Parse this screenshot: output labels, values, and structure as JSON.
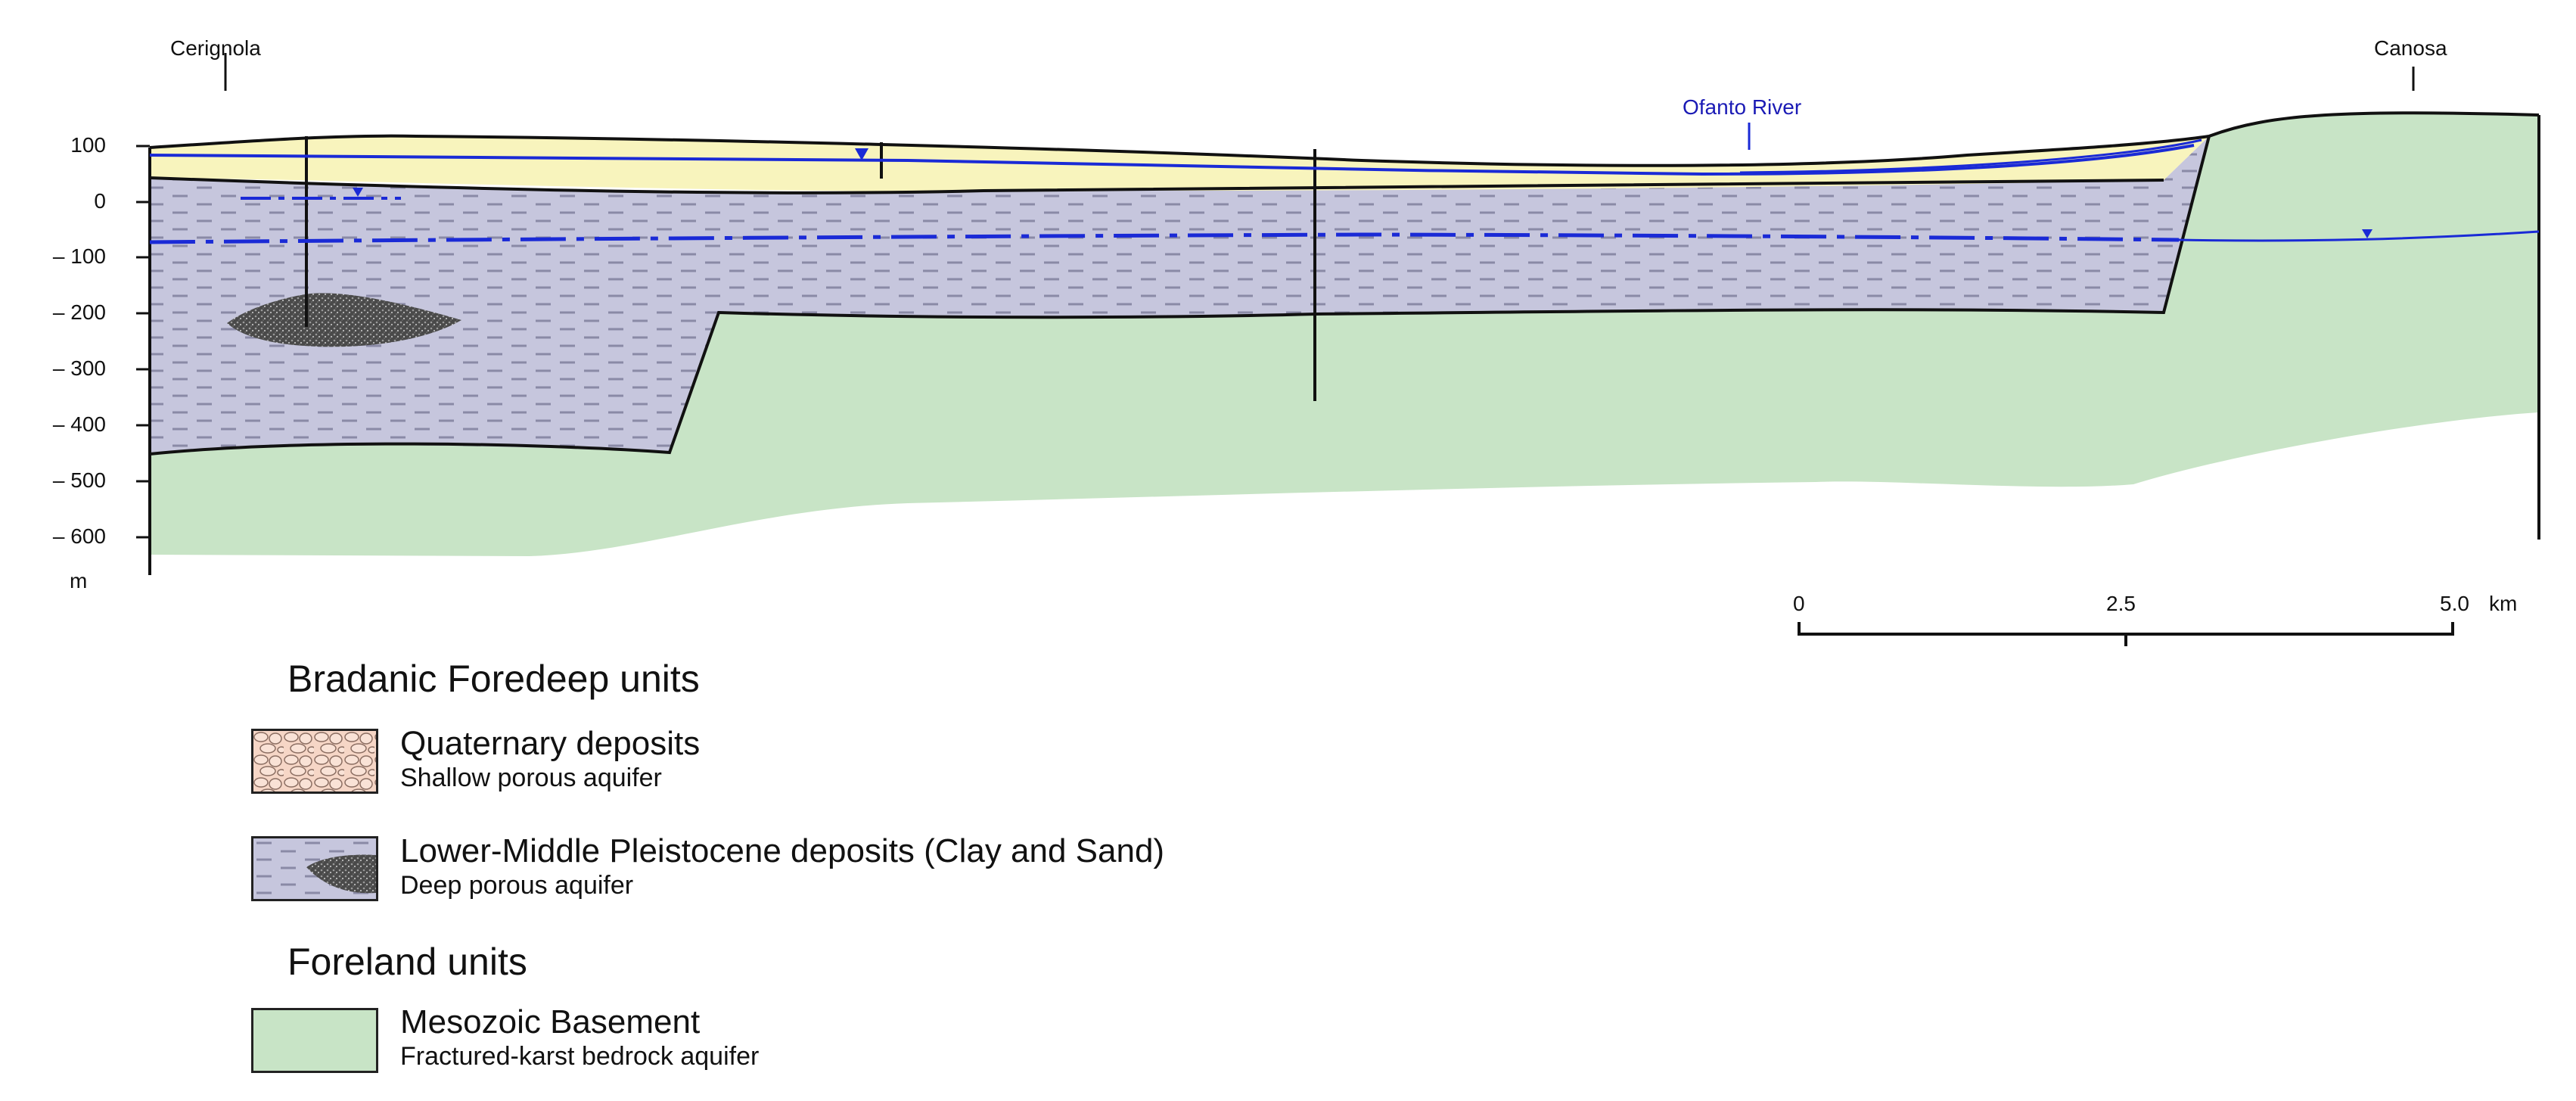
{
  "section": {
    "locations": {
      "left": "Cerignola",
      "right": "Canosa"
    },
    "river_label": "Ofanto River",
    "y_axis": {
      "ticks": [
        "100",
        "0",
        "– 100",
        "– 200",
        "– 300",
        "– 400",
        "– 500",
        "– 600"
      ],
      "unit": "m"
    },
    "scale_bar": {
      "ticks": [
        "0",
        "2.5",
        "5.0"
      ],
      "unit": "km"
    }
  },
  "legend": {
    "bradanic_heading": "Bradanic Foredeep units",
    "quaternary": {
      "title": "Quaternary deposits",
      "subtitle": "Shallow porous aquifer"
    },
    "pleistocene": {
      "title": "Lower-Middle Pleistocene deposits (Clay and Sand)",
      "subtitle": "Deep porous aquifer"
    },
    "foreland_heading": "Foreland units",
    "mesozoic": {
      "title": "Mesozoic Basement",
      "subtitle": "Fractured-karst bedrock aquifer"
    }
  },
  "colors": {
    "quaternary": "#f8f4bd",
    "pleistocene": "#c6c6dd",
    "mesozoic": "#c8e4c6",
    "water_table": "#1a2ad6",
    "outline": "#111111"
  }
}
